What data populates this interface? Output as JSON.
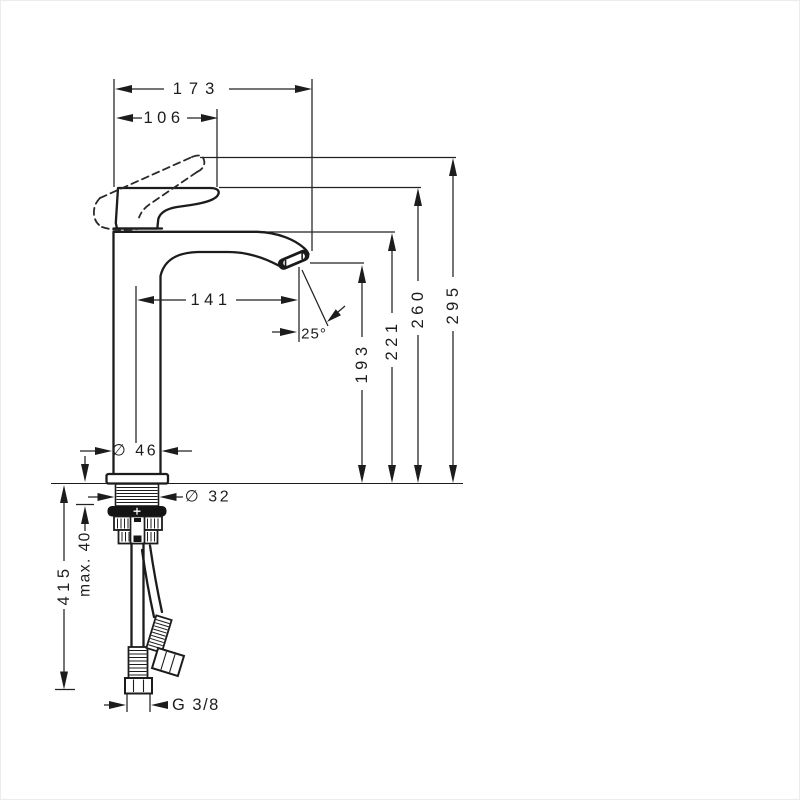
{
  "drawing": {
    "type": "single-lever basin mixer technical drawing",
    "ink_color": "#1c1c1c",
    "background": "#ffffff"
  },
  "labels": {
    "width_total": "173",
    "width_handle": "106",
    "spout_reach": "141",
    "spout_angle": "25°",
    "height_spout": "193",
    "height_body": "221",
    "height_handle": "260",
    "height_max": "295",
    "dia_base": "∅ 46",
    "dia_shank": "∅ 32",
    "deck_thickness": "max. 40",
    "install_depth": "415",
    "thread": "G 3/8"
  }
}
